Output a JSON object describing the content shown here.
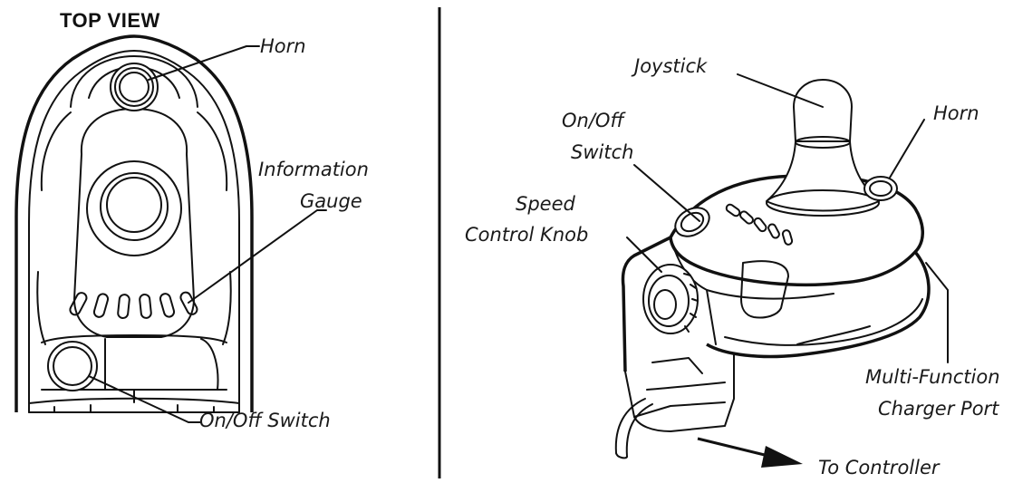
{
  "top_view": {
    "title": "TOP VIEW",
    "labels": {
      "horn": "Horn",
      "information_gauge_line1": "Information",
      "information_gauge_line2": "Gauge",
      "on_off_switch": "On/Off Switch"
    }
  },
  "angled_view": {
    "labels": {
      "joystick": "Joystick",
      "on_off_line1": "On/Off",
      "on_off_line2": "Switch",
      "horn": "Horn",
      "speed_line1": "Speed",
      "speed_line2": "Control Knob",
      "multi_line1": "Multi-Function",
      "multi_line2": "Charger Port",
      "to_controller": "To Controller"
    }
  }
}
